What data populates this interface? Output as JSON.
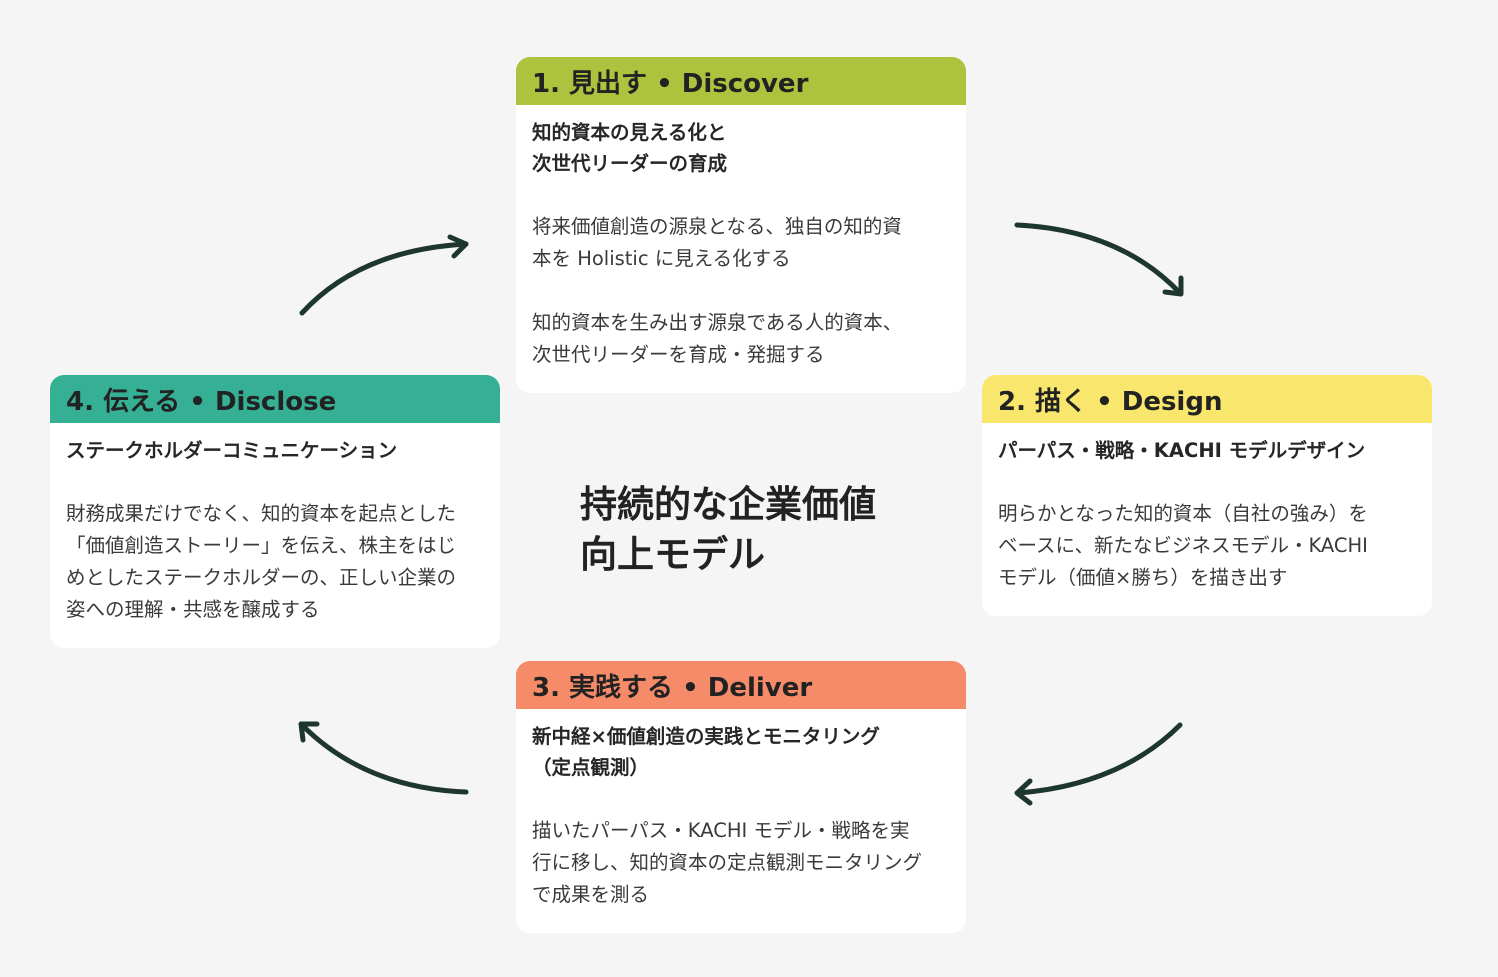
{
  "center_title": "持続的な企業価値\n向上モデル",
  "colors": {
    "background": "#f5f5f5",
    "card_bg": "#ffffff",
    "discover": "#adc23d",
    "design": "#f9e76d",
    "deliver": "#f58b68",
    "disclose": "#35b094",
    "arrow": "#1e3630"
  },
  "cards": {
    "discover": {
      "header": "1. 見出す • Discover",
      "subtitle": "知的資本の見える化と\n次世代リーダーの育成",
      "paragraphs": [
        "将来価値創造の源泉となる、独自の知的資\n本を Holistic に見える化する",
        "知的資本を生み出す源泉である人的資本、\n次世代リーダーを育成・発掘する"
      ]
    },
    "design": {
      "header": "2. 描く • Design",
      "subtitle": "パーパス・戦略・KACHI モデルデザイン",
      "paragraphs": [
        "明らかとなった知的資本（自社の強み）を\nベースに、新たなビジネスモデル・KACHI\nモデル（価値×勝ち）を描き出す"
      ]
    },
    "deliver": {
      "header": "3. 実践する • Deliver",
      "subtitle": "新中経×価値創造の実践とモニタリング\n（定点観測）",
      "paragraphs": [
        "描いたパーパス・KACHI モデル・戦略を実\n行に移し、知的資本の定点観測モニタリング\nで成果を測る"
      ]
    },
    "disclose": {
      "header": "4. 伝える • Disclose",
      "subtitle": "ステークホルダーコミュニケーション",
      "paragraphs": [
        "財務成果だけでなく、知的資本を起点とした\n「価値創造ストーリー」を伝え、株主をはじ\nめとしたステークホルダーの、正しい企業の\n姿への理解・共感を醸成する"
      ]
    }
  }
}
